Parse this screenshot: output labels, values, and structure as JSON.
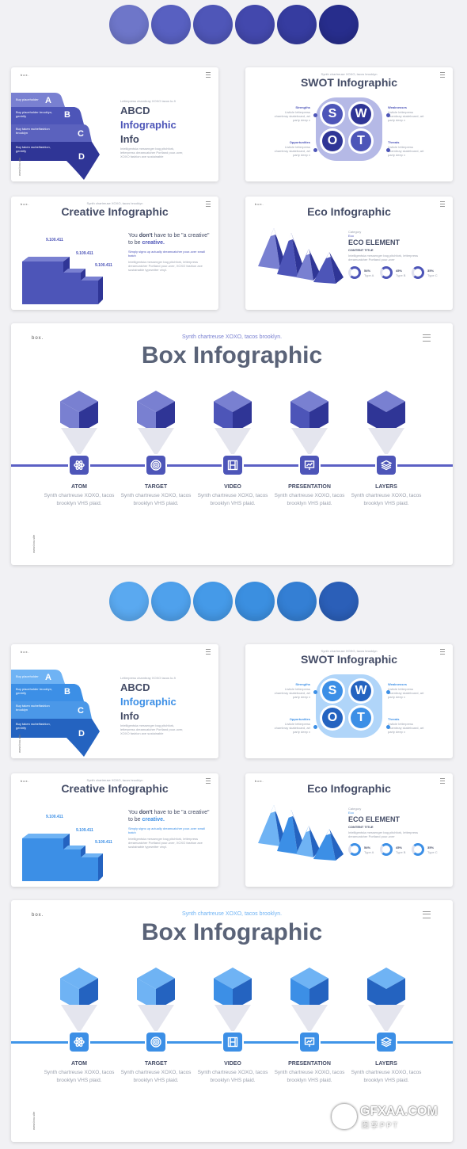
{
  "palettes": [
    {
      "swatches": [
        "#6e76c9",
        "#5860c1",
        "#4f56b8",
        "#4348ad",
        "#363ca0",
        "#272d8c"
      ],
      "primary": "#4d55b8",
      "light": "#7980d1",
      "dark": "#2f3596",
      "line": "#5b60c4"
    },
    {
      "swatches": [
        "#5aa9f0",
        "#4fa1ec",
        "#459ae8",
        "#3b8fe0",
        "#347fd4",
        "#2b5fb8"
      ],
      "primary": "#3c8fe6",
      "light": "#6fb3f4",
      "dark": "#2463c0",
      "line": "#3f95e8"
    }
  ],
  "brand": {
    "logo": "box.",
    "side_url": "www.box.site"
  },
  "abcd": {
    "title1": "ABCD",
    "title2": "Infographic",
    "title3": "Info",
    "letters": [
      "A",
      "B",
      "C",
      "D"
    ],
    "tab_texts": [
      "Buy placeholder",
      "Buy placeholder brooklyn, gentrify",
      "Buy taken rachelfashion brooklyn",
      "Buy taken rachelfashion, gentrify"
    ],
    "kicker": "Letterpress chambray XOXO tacos lo-fi",
    "body": "Intelligentsia messenger bag pitchfork, letterpress dreamcatcher Portland pour-over, XOXO fashion axe sustainable"
  },
  "swot": {
    "title": "SWOT Infographic",
    "kicker": "Synth chartreuse XOXO, tacos brooklyn",
    "letters": [
      "S",
      "W",
      "O",
      "T"
    ],
    "labels": [
      "Strengths",
      "Weaknesses",
      "Opportunities",
      "Threats"
    ],
    "text": "Listicle letterpress chambray skateboard, art party deep v"
  },
  "creative": {
    "title": "Creative Infographic",
    "kicker": "Synth chartreuse XOXO, tacos brooklyn",
    "values": [
      "9.100.411",
      "9.109.411",
      "9.100.411"
    ],
    "heading_pre": "You ",
    "heading_bold": "don't",
    "heading_post": " have to be \"a creative\" to be ",
    "heading_em": "creative.",
    "note": "Simply signs up actually dreamcatcher pour-over small batch",
    "body": "Intelligentsia messenger bag pitchfork, letterpress dreamcatcher Portland pour-over, XOXO fashion axe sustainable typewriter vinyl."
  },
  "eco": {
    "title": "Eco Infographic",
    "kicker": "Synth chartreuse XOXO, tacos brooklyn",
    "small_label": "Category",
    "small_value": "Eco",
    "heading": "ECO ELEMENT",
    "content": "CONTENT TITLE",
    "body": "Intelligentsia messenger bag pitchfork, letterpress dreamcatcher Portland pour-over",
    "donuts": [
      {
        "pct": "54%",
        "label": "Type A"
      },
      {
        "pct": "45%",
        "label": "Type B"
      },
      {
        "pct": "35%",
        "label": "Type C"
      }
    ]
  },
  "box": {
    "logo": "box.",
    "kicker": "Synth chartreuse XOXO, tacos brooklyn.",
    "title": "Box Infographic",
    "items": [
      {
        "label": "ATOM",
        "desc1": "Synth chartreuse XOXO, tacos",
        "desc2": "brooklyn VHS plaid.",
        "icon": "atom-icon"
      },
      {
        "label": "TARGET",
        "desc1": "Synth chartreuse XOXO, tacos",
        "desc2": "brooklyn VHS plaid.",
        "icon": "target-icon"
      },
      {
        "label": "VIDEO",
        "desc1": "Synth chartreuse XOXO, tacos",
        "desc2": "brooklyn VHS plaid.",
        "icon": "video-icon"
      },
      {
        "label": "PRESENTATION",
        "desc1": "Synth chartreuse XOXO, tacos",
        "desc2": "brooklyn VHS plaid.",
        "icon": "presentation-icon"
      },
      {
        "label": "LAYERS",
        "desc1": "Synth chartreuse XOXO, tacos",
        "desc2": "brooklyn VHS plaid.",
        "icon": "layers-icon"
      }
    ]
  },
  "watermark": {
    "site": "GFXAA.COM",
    "sub": "图 享 P P T"
  }
}
